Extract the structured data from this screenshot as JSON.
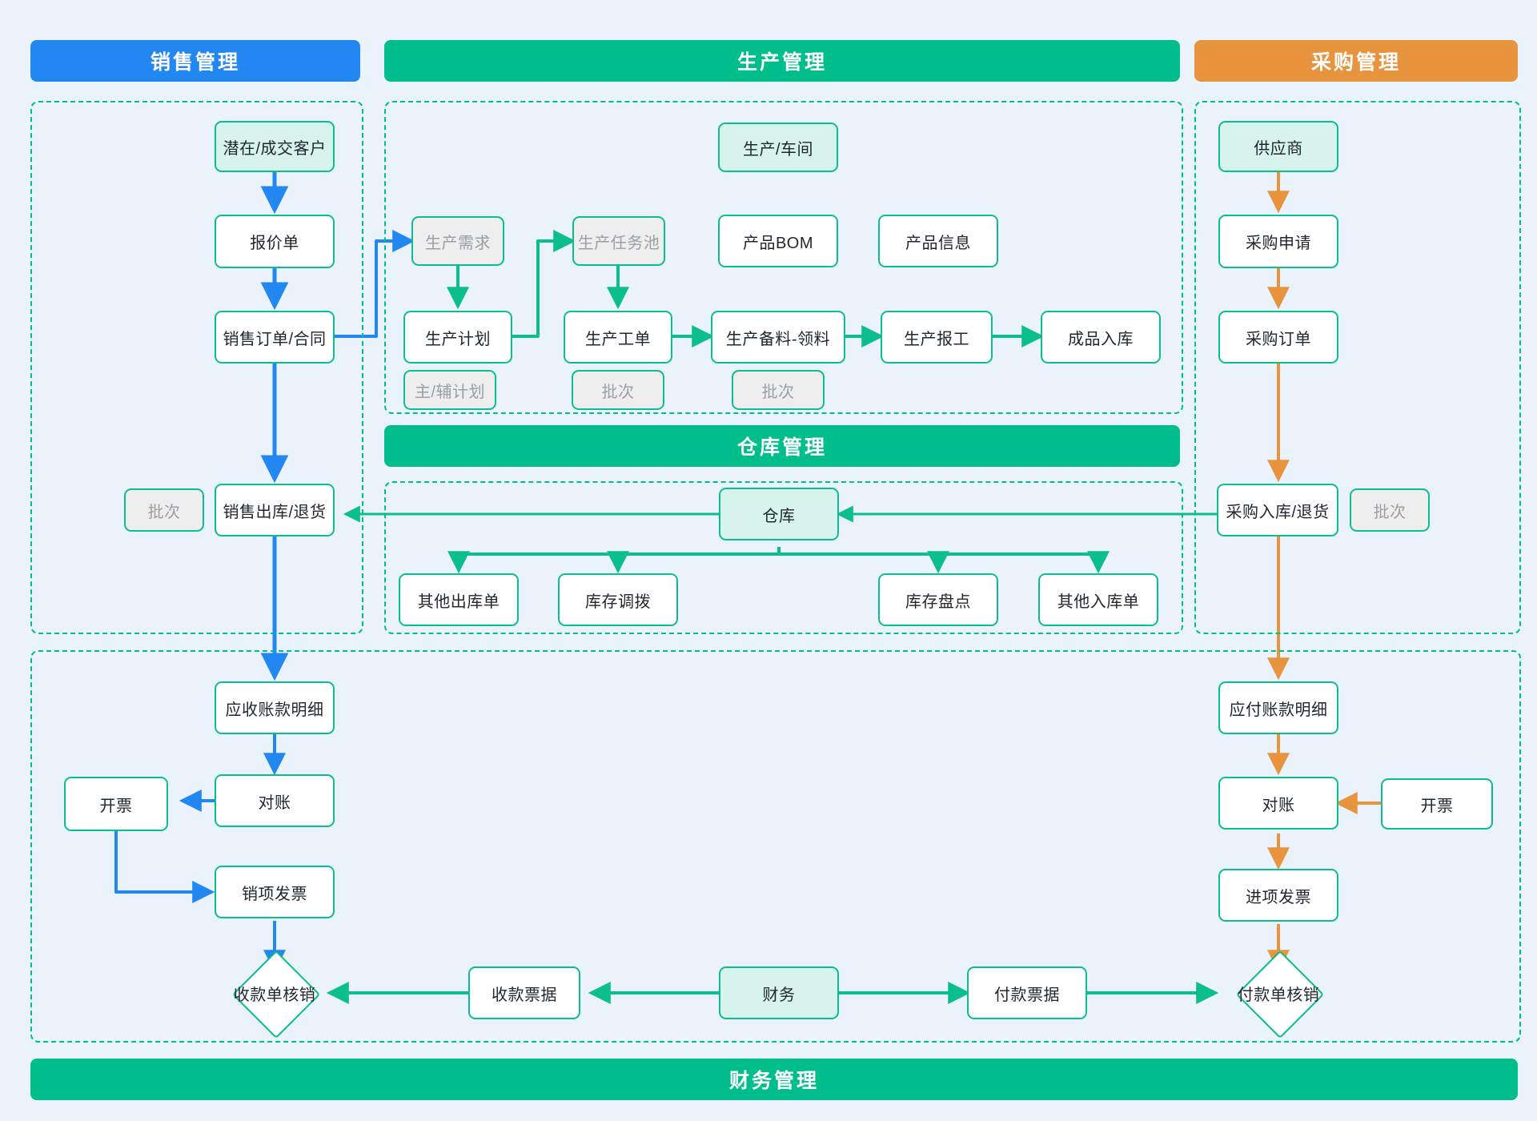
{
  "meta": {
    "background_color": "#eaf2fb",
    "accent_blue": "#2287f0",
    "accent_green": "#00bd8c",
    "accent_orange": "#e8943f",
    "node_border": "#0cbd8d",
    "mint_fill": "#d6f4ec",
    "tag_fill": "#eeeeee",
    "tag_text": "#9aa0a6"
  },
  "banners": {
    "sales": "销售管理",
    "production": "生产管理",
    "purchase": "采购管理",
    "warehouse": "仓库管理",
    "finance": "财务管理"
  },
  "sales": {
    "customer": "潜在/成交客户",
    "quotation": "报价单",
    "order": "销售订单/合同",
    "outbound": "销售出库/退货",
    "outbound_tag": "批次"
  },
  "production": {
    "workshop": "生产/车间",
    "demand": "生产需求",
    "task_pool": "生产任务池",
    "bom": "产品BOM",
    "product_info": "产品信息",
    "plan": "生产计划",
    "work_order": "生产工单",
    "material_pick": "生产备料-领料",
    "report": "生产报工",
    "finished_in": "成品入库",
    "plan_tag": "主/辅计划",
    "work_order_tag": "批次",
    "material_tag": "批次"
  },
  "warehouse": {
    "hub": "仓库",
    "other_out": "其他出库单",
    "transfer": "库存调拨",
    "stocktake": "库存盘点",
    "other_in": "其他入库单"
  },
  "purchase": {
    "supplier": "供应商",
    "request": "采购申请",
    "order": "采购订单",
    "inbound": "采购入库/退货",
    "inbound_tag": "批次"
  },
  "finance": {
    "receivable_detail": "应收账款明细",
    "recv_reconcile": "对账",
    "recv_invoicing": "开票",
    "output_invoice": "销项发票",
    "receipt_writeoff": "收款单核销",
    "receipt_bill": "收款票据",
    "finance_hub": "财务",
    "payment_bill": "付款票据",
    "payment_writeoff": "付款单核销",
    "payable_detail": "应付账款明细",
    "pay_reconcile": "对账",
    "pay_invoicing": "开票",
    "input_invoice": "进项发票"
  }
}
